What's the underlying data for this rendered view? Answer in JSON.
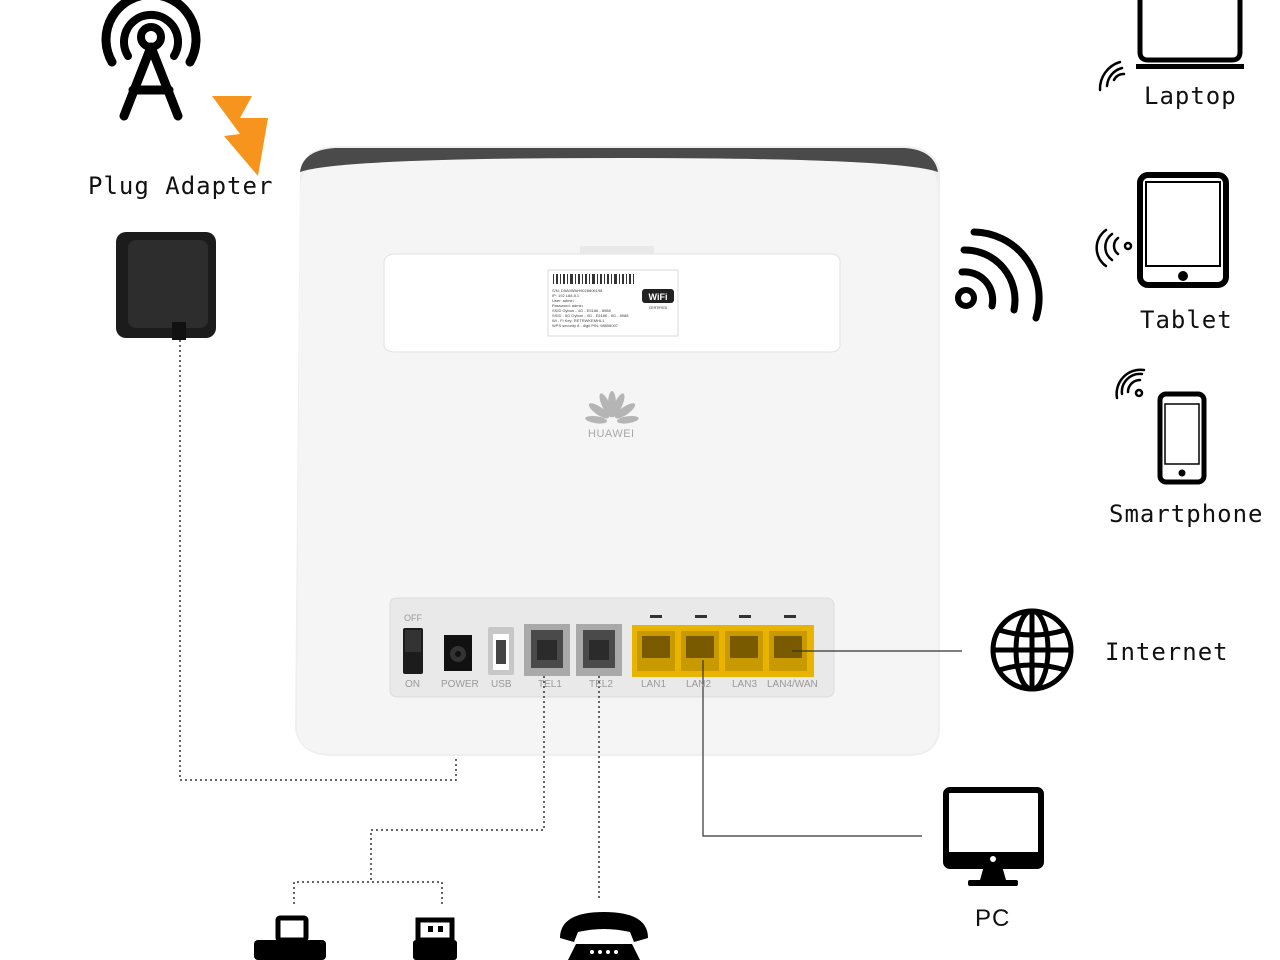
{
  "labels": {
    "plug_adapter": "Plug Adapter",
    "laptop": "Laptop",
    "tablet": "Tablet",
    "smartphone": "Smartphone",
    "internet": "Internet",
    "pc": "PC"
  },
  "router": {
    "brand": "HUAWEI",
    "switch_off": "OFF",
    "switch_on": "ON",
    "ports": [
      "POWER",
      "USB",
      "TEL1",
      "TEL2",
      "LAN1",
      "LAN2",
      "LAN3",
      "LAN4/WAN"
    ],
    "sticker_lines": [
      "S/N: D5A0WAH9028806198",
      "IP: 192.168.8.1",
      "User: admin",
      "Password: admin",
      "SSID Gybun - 4G - E5186 - 8988",
      "SSID - 5G Gybun - 4G - E5186 - 5G - 8988",
      "Wi - Fi Key: RETRWKEMHL1",
      "WPS security 8 - digit PIN: 98806007"
    ],
    "wifi_badge": "WiFi",
    "wifi_badge_sub": "CERTIFIED"
  },
  "colors": {
    "accent_bolt": "#f7941d",
    "lan_port": "#e8b400",
    "router_body": "#f4f4f4",
    "router_band": "#4a4a4a"
  },
  "icons": [
    "antenna-tower-icon",
    "lightning-bolt-icon",
    "plug-adapter-icon",
    "wifi-signal-icon",
    "laptop-icon",
    "tablet-icon",
    "smartphone-icon",
    "globe-icon",
    "pc-monitor-icon",
    "fax-printer-icon",
    "usb-stick-icon",
    "telephone-icon"
  ]
}
